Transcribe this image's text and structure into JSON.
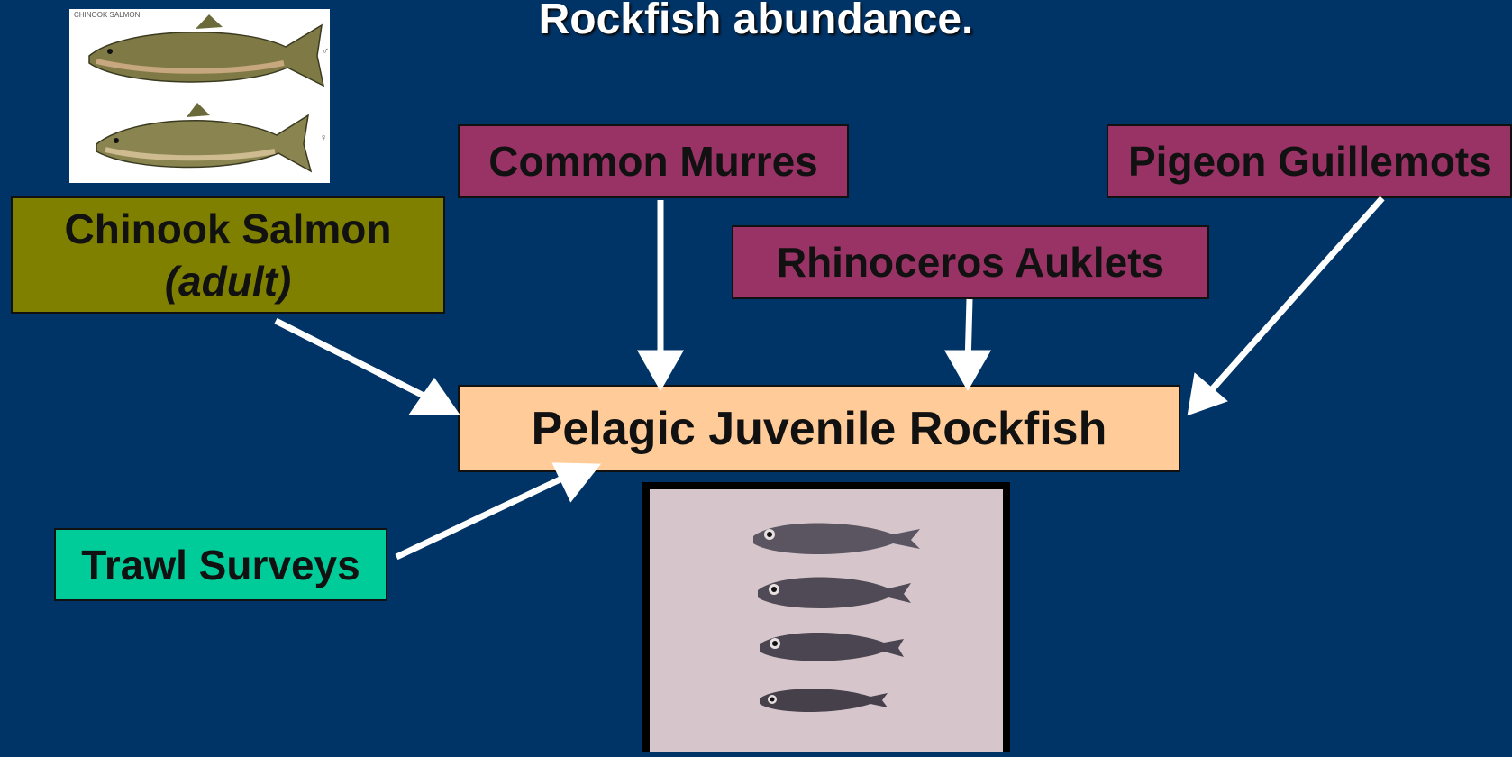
{
  "title": "Rockfish abundance.",
  "nodes": {
    "chinook_salmon": {
      "label": "Chinook Salmon",
      "sublabel": "(adult)",
      "color": "#808000"
    },
    "common_murres": {
      "label": "Common Murres",
      "color": "#993366"
    },
    "pigeon_guillemots": {
      "label": "Pigeon Guillemots",
      "color": "#993366"
    },
    "rhinoceros_auklets": {
      "label": "Rhinoceros Auklets",
      "color": "#993366"
    },
    "pelagic_juvenile_rockfish": {
      "label": "Pelagic Juvenile Rockfish",
      "color": "#ffcc99"
    },
    "trawl_surveys": {
      "label": "Trawl Surveys",
      "color": "#00cc99"
    }
  },
  "images": {
    "salmon_photo_caption": "CHINOOK SALMON",
    "salmon_photo_symbols": [
      "♂",
      "♀"
    ]
  },
  "edges": [
    {
      "from": "chinook_salmon",
      "to": "pelagic_juvenile_rockfish"
    },
    {
      "from": "common_murres",
      "to": "pelagic_juvenile_rockfish"
    },
    {
      "from": "rhinoceros_auklets",
      "to": "pelagic_juvenile_rockfish"
    },
    {
      "from": "pigeon_guillemots",
      "to": "pelagic_juvenile_rockfish"
    },
    {
      "from": "trawl_surveys",
      "to": "pelagic_juvenile_rockfish"
    }
  ],
  "colors": {
    "background": "#003366",
    "arrow": "#ffffff"
  }
}
